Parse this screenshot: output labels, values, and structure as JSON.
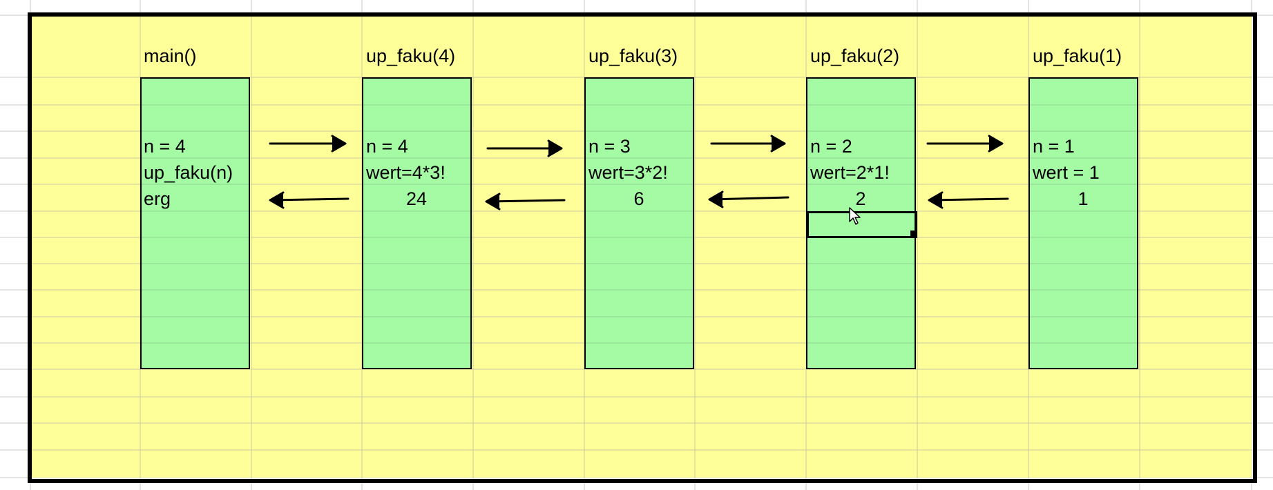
{
  "frames": [
    {
      "id": "main",
      "title": "main()",
      "line1": "n = 4",
      "line2": "up_faku(n)",
      "line3": "erg"
    },
    {
      "id": "up-faku-4",
      "title": "up_faku(4)",
      "line1": "n = 4",
      "line2": "wert=4*3!",
      "value": "24"
    },
    {
      "id": "up-faku-3",
      "title": "up_faku(3)",
      "line1": "n = 3",
      "line2": "wert=3*2!",
      "value": "6"
    },
    {
      "id": "up-faku-2",
      "title": "up_faku(2)",
      "line1": "n = 2",
      "line2": "wert=2*1!",
      "value": "2"
    },
    {
      "id": "up-faku-1",
      "title": "up_faku(1)",
      "line1": "n = 1",
      "line2": "wert = 1",
      "value": "1"
    }
  ],
  "colors": {
    "sheet_fill": "#ffff99",
    "frame_fill": "#a4fba4",
    "gridline": "#c8c8c8",
    "border": "#000000"
  }
}
